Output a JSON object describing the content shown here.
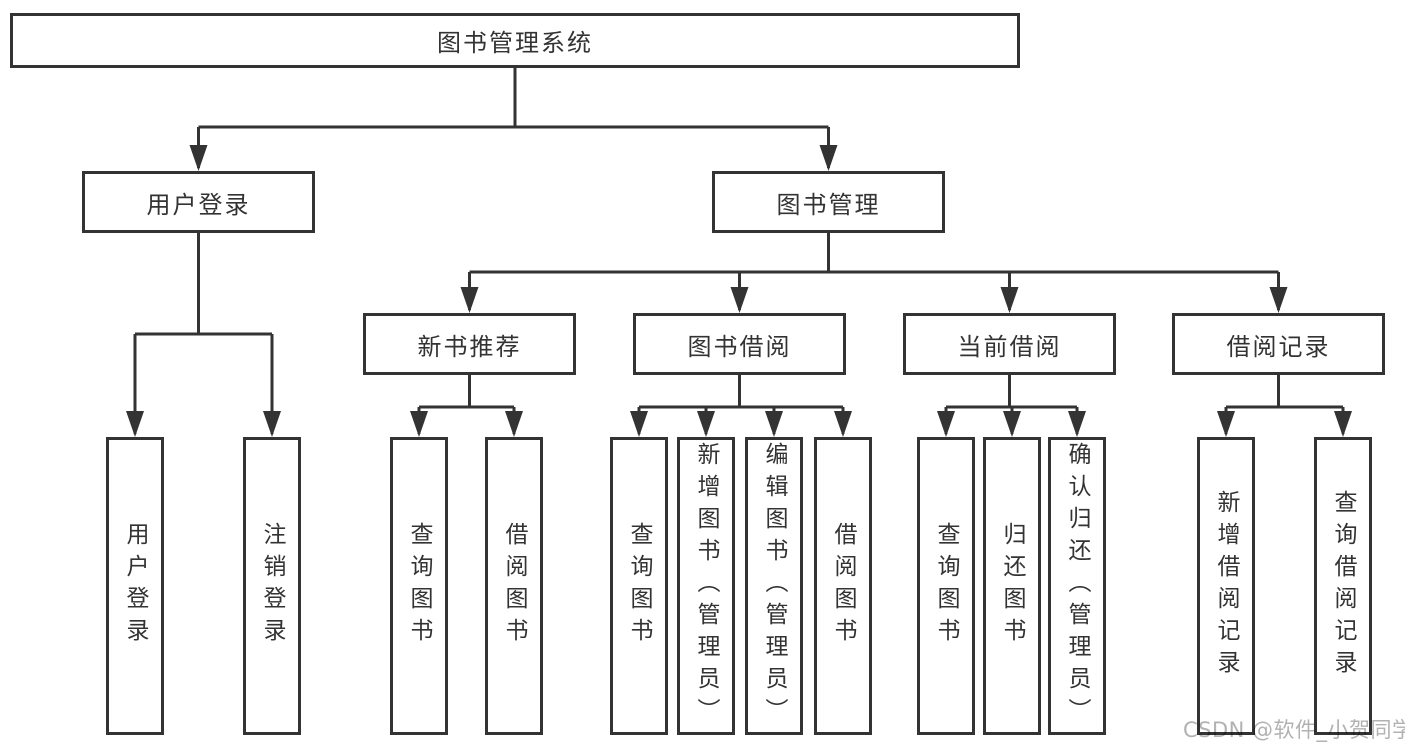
{
  "tree": {
    "root": "图书管理系统",
    "login": {
      "label": "用户登录",
      "children": [
        "用户登录",
        "注销登录"
      ]
    },
    "mgmt": {
      "label": "图书管理",
      "groups": [
        {
          "label": "新书推荐",
          "children": [
            "查询图书",
            "借阅图书"
          ]
        },
        {
          "label": "图书借阅",
          "children": [
            "查询图书",
            "新增图书（管理员）",
            "编辑图书（管理员）",
            "借阅图书"
          ]
        },
        {
          "label": "当前借阅",
          "children": [
            "查询图书",
            "归还图书",
            "确认归还（管理员）"
          ]
        },
        {
          "label": "借阅记录",
          "children": [
            "新增借阅记录",
            "查询借阅记录"
          ]
        }
      ]
    }
  },
  "watermark": "CSDN @软件_小贺同学",
  "colors": {
    "line": "#333333",
    "text": "#333333",
    "watermark": "#b2b2b2",
    "background": "#ffffff"
  }
}
